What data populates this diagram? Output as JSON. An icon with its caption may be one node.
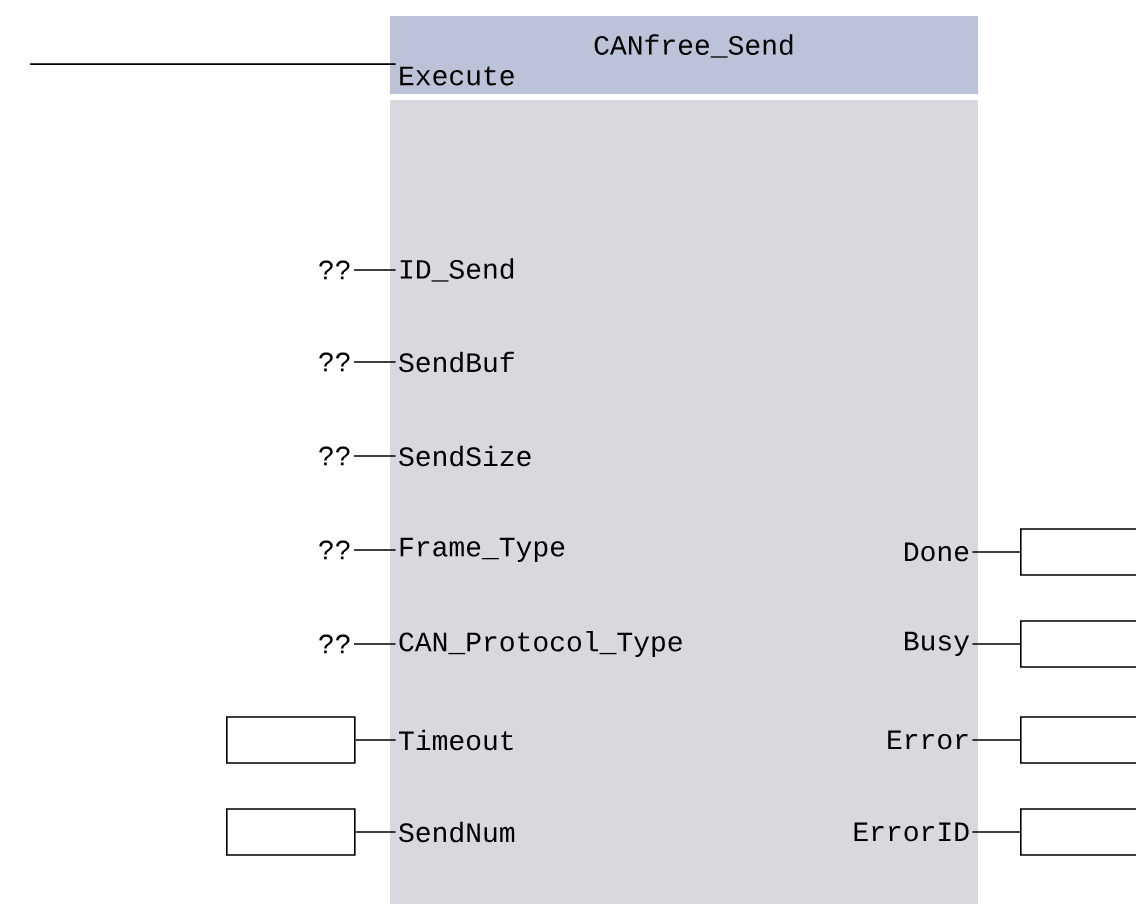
{
  "diagram": {
    "nodes": [
      {
        "text": [
          "CANfree_Send"
        ]
      },
      {
        "text": [
          "Execute"
        ],
        "in": 0
      },
      {
        "text": [
          "ID_Send"
        ],
        "in": 0
      },
      {
        "text": [
          "SendBuf"
        ],
        "in": 0
      },
      {
        "text": [
          "SendSize"
        ],
        "in": 0
      },
      {
        "text": [
          "Frame_Type"
        ],
        "in": 0
      },
      {
        "text": [
          "CAN_Protocol_Type"
        ],
        "in": 0
      },
      {
        "text": [
          "Timeout"
        ],
        "in": 0
      },
      {
        "text": [
          "SendNum"
        ],
        "in": 0
      },
      {
        "text": [
          "Done"
        ],
        "in": 0
      },
      {
        "text": [
          "Busy"
        ],
        "in": 0
      },
      {
        "text": [
          "Error"
        ],
        "in": 0
      },
      {
        "text": [
          "ErrorID"
        ],
        "in": 0
      },
      {
        "text": [
          "??"
        ]
      },
      {
        "text": [
          "??"
        ]
      },
      {
        "text": [
          "??"
        ]
      },
      {
        "text": [
          "??"
        ]
      },
      {
        "text": [
          "??"
        ]
      },
      {
        "text": [],
        "shape": "box"
      },
      {
        "text": [],
        "shape": "box"
      },
      {
        "text": [],
        "shape": "box"
      },
      {
        "text": [],
        "shape": "box"
      },
      {
        "text": [],
        "shape": "box"
      },
      {
        "text": [],
        "shape": "box"
      }
    ],
    "edges": [
      {
        "from": null,
        "to": 1,
        "arrow": "none"
      },
      {
        "from": 13,
        "to": 2,
        "arrow": "none"
      },
      {
        "from": 14,
        "to": 3,
        "arrow": "none"
      },
      {
        "from": 15,
        "to": 4,
        "arrow": "none"
      },
      {
        "from": 16,
        "to": 5,
        "arrow": "none"
      },
      {
        "from": 17,
        "to": 6,
        "arrow": "none"
      },
      {
        "from": 18,
        "to": 7,
        "arrow": "none"
      },
      {
        "from": 19,
        "to": 8,
        "arrow": "none"
      },
      {
        "from": 9,
        "to": 20,
        "arrow": "none"
      },
      {
        "from": 10,
        "to": 21,
        "arrow": "none"
      },
      {
        "from": 11,
        "to": 22,
        "arrow": "none"
      },
      {
        "from": 12,
        "to": 23,
        "arrow": "none"
      }
    ]
  }
}
